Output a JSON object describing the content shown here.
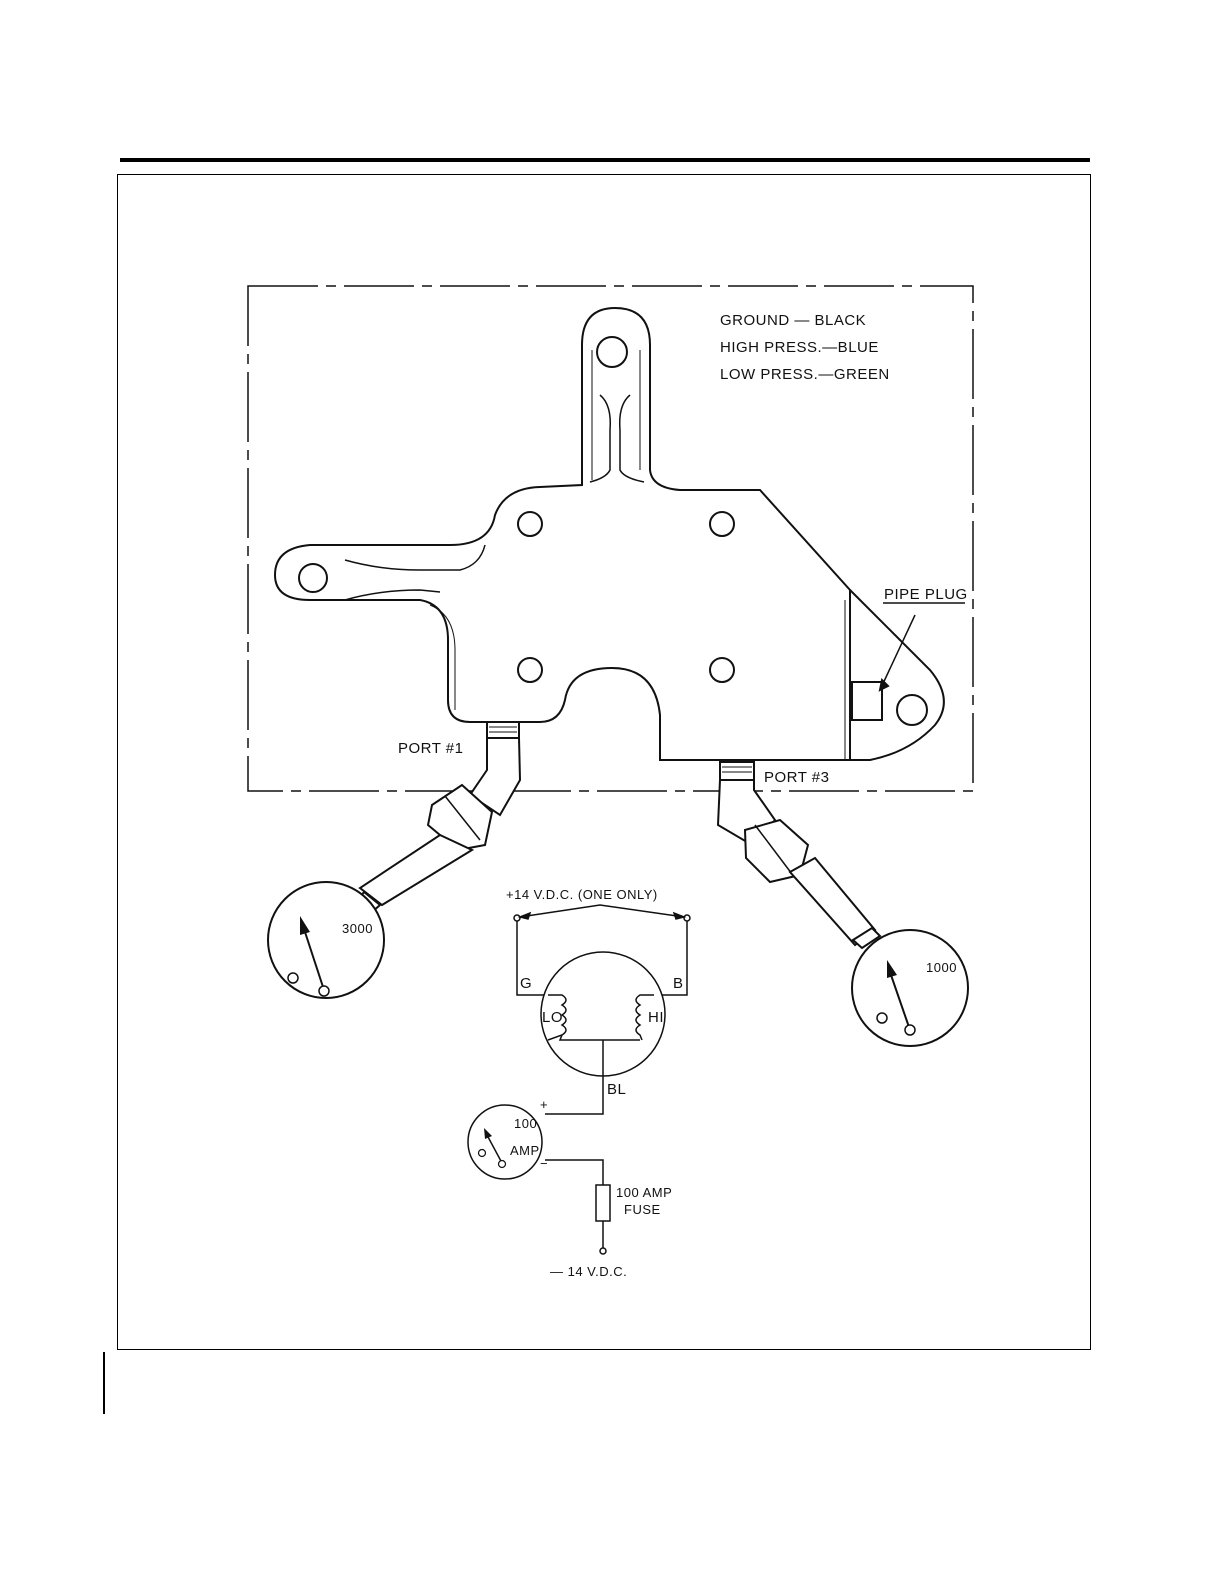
{
  "legend": {
    "ground": "GROUND — BLACK",
    "high": "HIGH PRESS.—BLUE",
    "low": "LOW PRESS.—GREEN"
  },
  "labels": {
    "pipe_plug": "PIPE PLUG",
    "port1": "PORT #1",
    "port3": "PORT #3",
    "gauge_left": "3000",
    "gauge_right": "1000",
    "supply": "+14 V.D.C. (ONE ONLY)",
    "terminal_g": "G",
    "terminal_b": "B",
    "coil_lo": "LO",
    "coil_hi": "HI",
    "wire_bl": "BL",
    "ammeter_value": "100",
    "ammeter_unit": "AMP",
    "ammeter_plus": "+",
    "ammeter_minus": "−",
    "fuse_line1": "100 AMP",
    "fuse_line2": "FUSE",
    "ground_supply": "— 14 V.D.C."
  }
}
